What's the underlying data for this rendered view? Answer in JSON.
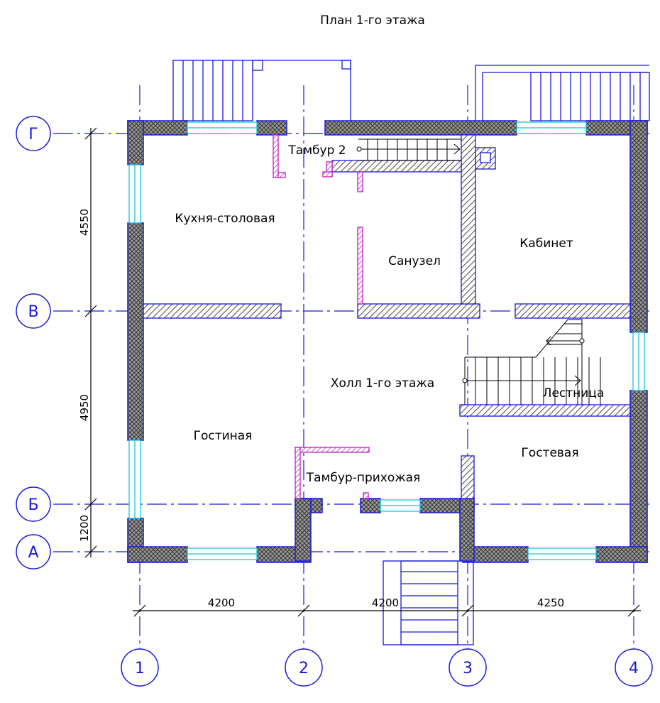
{
  "title": "План 1-го этажа",
  "colors": {
    "axis": "#1a1adb",
    "glass": "#18c6d8",
    "wall_fill": "#8a8a8a",
    "partition": "#c020c0",
    "ink": "#000000"
  },
  "axes": {
    "rows": [
      "Г",
      "В",
      "Б",
      "А"
    ],
    "columns": [
      "1",
      "2",
      "3",
      "4"
    ]
  },
  "dimensions": {
    "vertical": [
      "4550",
      "4950",
      "1200"
    ],
    "horizontal": [
      "4200",
      "4200",
      "4250"
    ]
  },
  "rooms": [
    {
      "id": "tambur2",
      "name": "Тамбур 2"
    },
    {
      "id": "kitchen",
      "name": "Кухня-столовая"
    },
    {
      "id": "bathroom",
      "name": "Санузел"
    },
    {
      "id": "study",
      "name": "Кабинет"
    },
    {
      "id": "hall",
      "name": "Холл 1-го этажа"
    },
    {
      "id": "stairs",
      "name": "Лестница"
    },
    {
      "id": "living",
      "name": "Гостиная"
    },
    {
      "id": "guest",
      "name": "Гостевая"
    },
    {
      "id": "entrance",
      "name": "Тамбур-прихожая"
    }
  ]
}
